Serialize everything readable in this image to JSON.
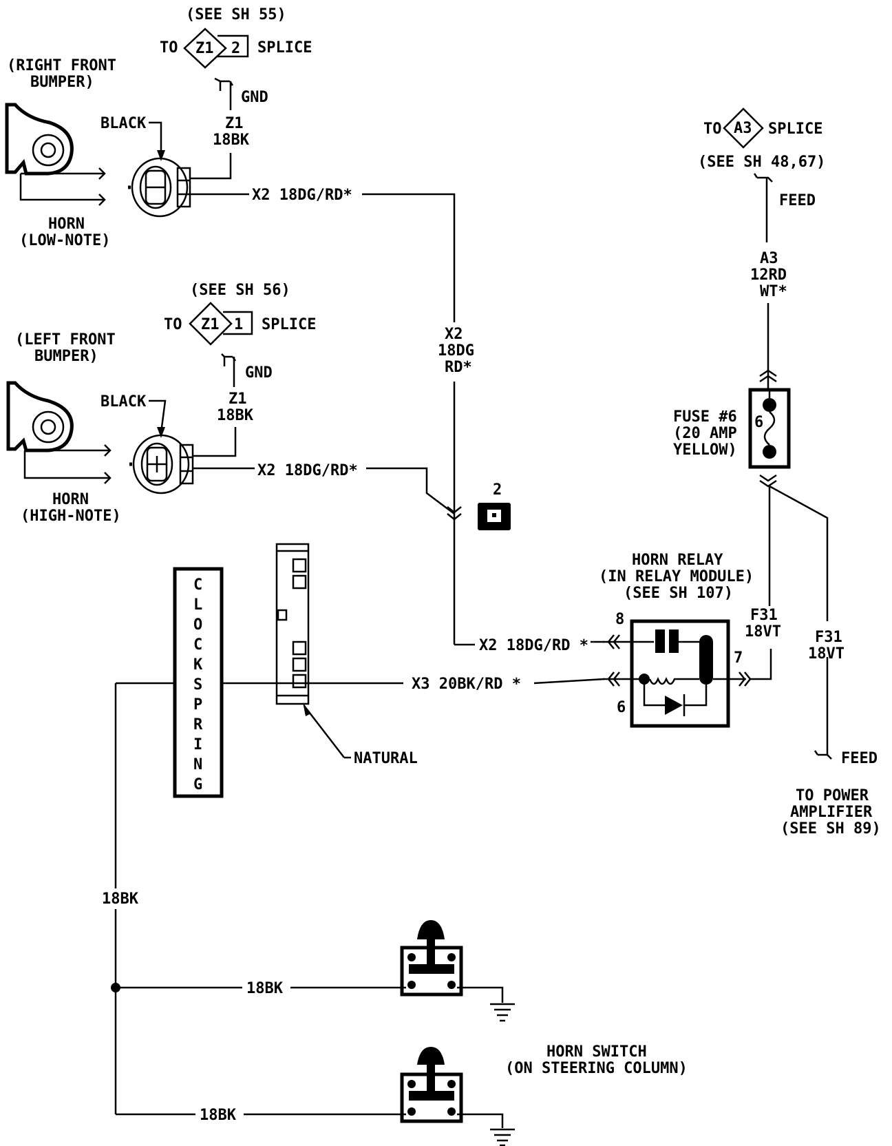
{
  "title": "Horn Circuit Wiring Diagram",
  "colors": {
    "ink": "#000000",
    "paper": "#ffffff"
  },
  "labels": {
    "rf_see_sh": "(SEE SH 55)",
    "rf_to": "TO",
    "rf_splice_id": "Z1",
    "rf_splice_num": "2",
    "rf_splice": "SPLICE",
    "rf_location_1": "(RIGHT FRONT",
    "rf_location_2": "BUMPER)",
    "rf_gnd": "GND",
    "rf_black": "BLACK",
    "rf_wire_1": "Z1",
    "rf_wire_2": "18BK",
    "rf_x2": "X2  18DG/RD*",
    "rf_horn_1": "HORN",
    "rf_horn_2": "(LOW-NOTE)",
    "lf_see_sh": "(SEE SH 56)",
    "lf_to": "TO",
    "lf_splice_id": "Z1",
    "lf_splice_num": "1",
    "lf_splice": "SPLICE",
    "lf_location_1": "(LEFT FRONT",
    "lf_location_2": "BUMPER)",
    "lf_gnd": "GND",
    "lf_black": "BLACK",
    "lf_wire_1": "Z1",
    "lf_wire_2": "18BK",
    "lf_x2": "X2  18DG/RD*",
    "lf_horn_1": "HORN",
    "lf_horn_2": "(HIGH-NOTE)",
    "x2_vert_1": "X2",
    "x2_vert_2": "18DG",
    "x2_vert_3": "RD*",
    "conn_pin": "2",
    "a3_to": "TO",
    "a3_id": "A3",
    "a3_splice": "SPLICE",
    "a3_see_sh": "(SEE SH 48,67)",
    "a3_feed": "FEED",
    "a3_wire_1": "A3",
    "a3_wire_2": "12RD",
    "a3_wire_3": "WT*",
    "fuse_1": "FUSE #6",
    "fuse_2": "(20 AMP",
    "fuse_3": "YELLOW)",
    "fuse_num": "6",
    "relay_1": "HORN RELAY",
    "relay_2": "(IN RELAY MODULE)",
    "relay_3": "(SEE SH 107)",
    "pin_8": "8",
    "pin_7": "7",
    "pin_6": "6",
    "f31a_1": "F31",
    "f31a_2": "18VT",
    "f31b_1": "F31",
    "f31b_2": "18VT",
    "feed2": "FEED",
    "amp_1": "TO POWER",
    "amp_2": "AMPLIFIER",
    "amp_3": "(SEE SH 89)",
    "x2_relay": "X2  18DG/RD *",
    "x3_relay": "X3  20BK/RD *",
    "clockspring": [
      "C",
      "L",
      "O",
      "C",
      "K",
      "S",
      "P",
      "R",
      "I",
      "N",
      "G"
    ],
    "natural": "NATURAL",
    "bk_vert": "18BK",
    "bk_sw1": "18BK",
    "bk_sw2": "18BK",
    "switch_1": "HORN SWITCH",
    "switch_2": "(ON STEERING COLUMN)"
  }
}
